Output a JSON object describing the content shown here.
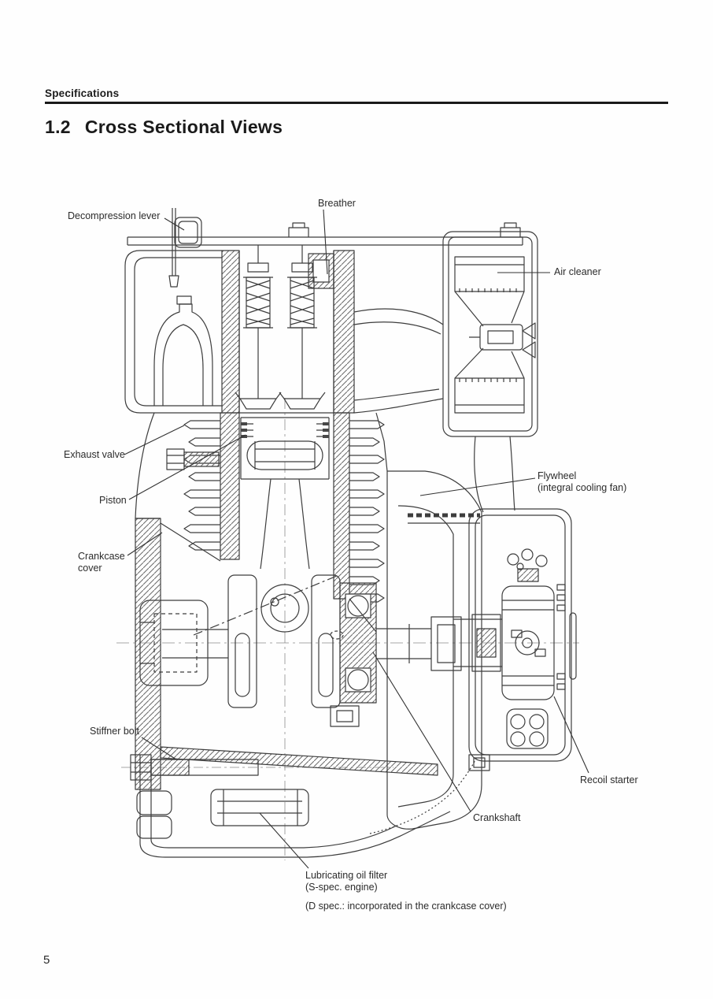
{
  "page": {
    "header": "Specifications",
    "title_number": "1.2",
    "title_text": "Cross Sectional Views",
    "page_number": "5"
  },
  "diagram": {
    "description": "Engine cross sectional view",
    "labels": {
      "decompression_lever": "Decompression lever",
      "breather": "Breather",
      "air_cleaner": "Air cleaner",
      "exhaust_valve": "Exhaust valve",
      "piston": "Piston",
      "flywheel_line1": "Flywheel",
      "flywheel_line2": "(integral cooling fan)",
      "crankcase_cover_line1": "Crankcase",
      "crankcase_cover_line2": "cover",
      "stiffner_bolt": "Stiffner bolt",
      "recoil_starter": "Recoil starter",
      "crankshaft": "Crankshaft",
      "oil_filter_line1": "Lubricating oil filter",
      "oil_filter_line2": "(S-spec. engine)",
      "d_spec_note": "(D spec.: incorporated in the crankcase cover)"
    }
  }
}
